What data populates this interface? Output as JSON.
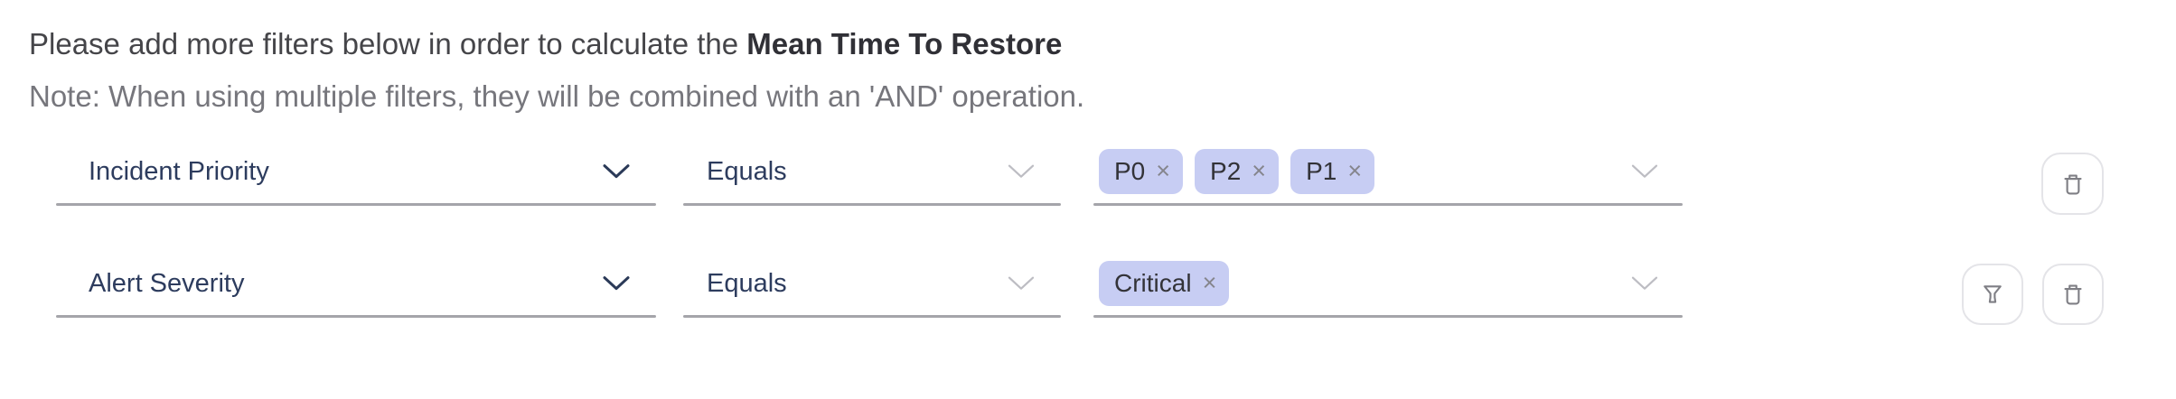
{
  "header": {
    "intro_text": "Please add more filters below in order to calculate the ",
    "metric_name": "Mean Time To Restore",
    "note": "Note: When using multiple filters, they will be combined with an 'AND' operation."
  },
  "filter_rows": [
    {
      "field": "Incident Priority",
      "operator": "Equals",
      "values": [
        "P0",
        "P2",
        "P1"
      ]
    },
    {
      "field": "Alert Severity",
      "operator": "Equals",
      "values": [
        "Critical"
      ]
    }
  ],
  "icons": {
    "remove_tag_glyph": "×",
    "field_chevron": "chevron-down",
    "delete_button": "trash",
    "filter_button": "funnel"
  },
  "colors": {
    "tag_background": "#c7cdf3",
    "select_text": "#2d3c5e",
    "heading_text": "#454549",
    "note_text": "#76767c",
    "underline": "#a5a5aa",
    "icon_gray": "#7f7f85",
    "button_border": "#e4e4e8"
  }
}
